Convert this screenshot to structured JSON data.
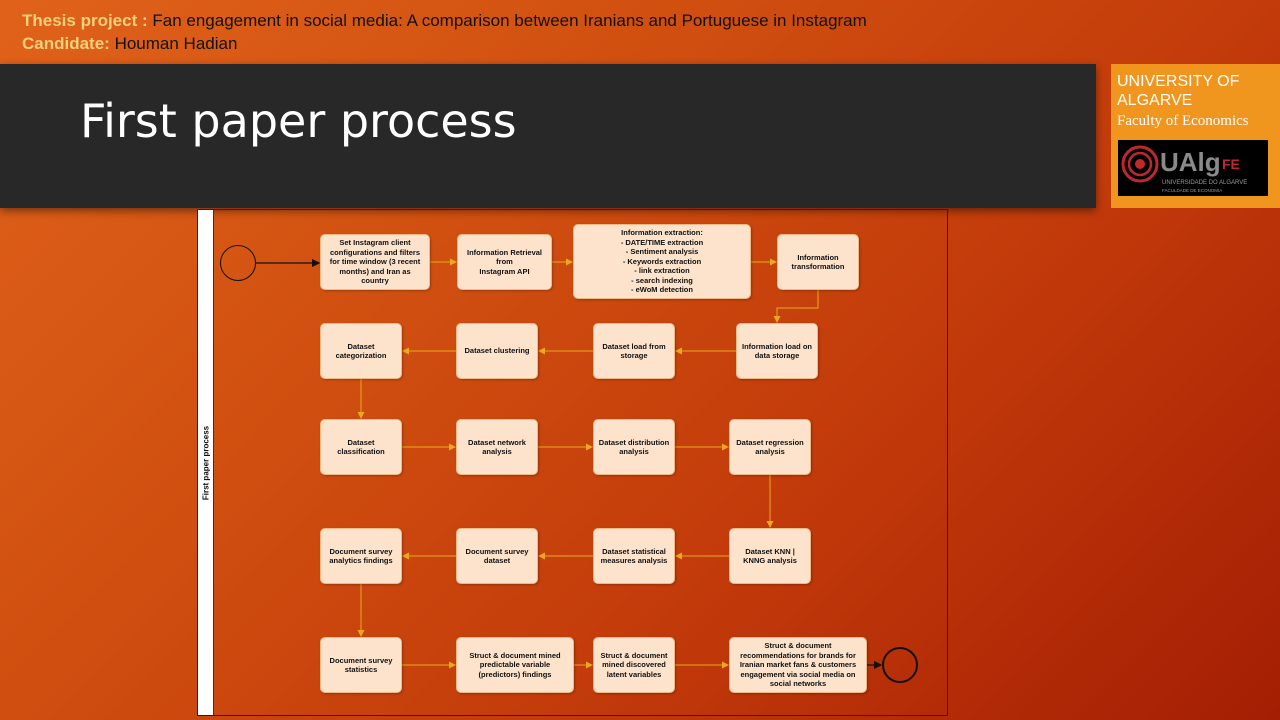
{
  "header": {
    "thesis_label": "Thesis project :",
    "thesis_text": " Fan engagement in social media: A comparison between Iranians and Portuguese in Instagram",
    "candidate_label": "Candidate:",
    "candidate_name": " Houman Hadian"
  },
  "slide": {
    "title": "First paper process"
  },
  "university": {
    "name": "UNIVERSITY OF ALGARVE",
    "faculty": "Faculty of Economics",
    "logo_text": "UAlg",
    "logo_suffix": "FE",
    "logo_sub1": "UNIVERSIDADE DO ALGARVE",
    "logo_sub2": "FACULDADE DE ECONOMIA"
  },
  "colors": {
    "header_label": "#f3d07a",
    "title_band": "#282828",
    "university_box": "#f0951d",
    "node_fill": "#fde3cc",
    "connector": "#e9a91e"
  },
  "diagram": {
    "lane_label": "First paper process",
    "nodes": [
      {
        "id": "set-client",
        "label": "Set Instagram client\nconfigurations and filters\nfor time window (3 recent\nmonths) and Iran as\ncountry"
      },
      {
        "id": "info-retrieval",
        "label": "Information Retrieval\nfrom\nInstagram API"
      },
      {
        "id": "info-extraction",
        "label": "Information extraction:\n- DATE/TIME extraction\n- Sentiment analysis\n- Keywords extraction\n- link extraction\n- search indexing\n- eWoM detection"
      },
      {
        "id": "info-transformation",
        "label": "Information\ntransformation"
      },
      {
        "id": "info-load",
        "label": "Information load on\ndata storage"
      },
      {
        "id": "dataset-load",
        "label": "Dataset load from\nstorage"
      },
      {
        "id": "dataset-clustering",
        "label": "Dataset clustering"
      },
      {
        "id": "dataset-categorization",
        "label": "Dataset\ncategorization"
      },
      {
        "id": "dataset-classification",
        "label": "Dataset\nclassification"
      },
      {
        "id": "dataset-network",
        "label": "Dataset network\nanalysis"
      },
      {
        "id": "dataset-distribution",
        "label": "Dataset distribution\nanalysis"
      },
      {
        "id": "dataset-regression",
        "label": "Dataset regression\nanalysis"
      },
      {
        "id": "dataset-knn",
        "label": "Dataset KNN |\nKNNG analysis"
      },
      {
        "id": "dataset-statistical",
        "label": "Dataset statistical\nmeasures analysis"
      },
      {
        "id": "survey-dataset",
        "label": "Document survey\ndataset"
      },
      {
        "id": "survey-findings",
        "label": "Document survey\nanalytics findings"
      },
      {
        "id": "survey-statistics",
        "label": "Document survey\nstatistics"
      },
      {
        "id": "predictable-variable",
        "label": "Struct & document mined\npredictable variable\n(predictors) findings"
      },
      {
        "id": "latent-variables",
        "label": "Struct & document\nmined discovered\nlatent variables"
      },
      {
        "id": "recommendations",
        "label": "Struct & document\nrecommendations for brands for\nIranian market fans & customers\nengagement via social media on\nsocial networks"
      }
    ]
  }
}
